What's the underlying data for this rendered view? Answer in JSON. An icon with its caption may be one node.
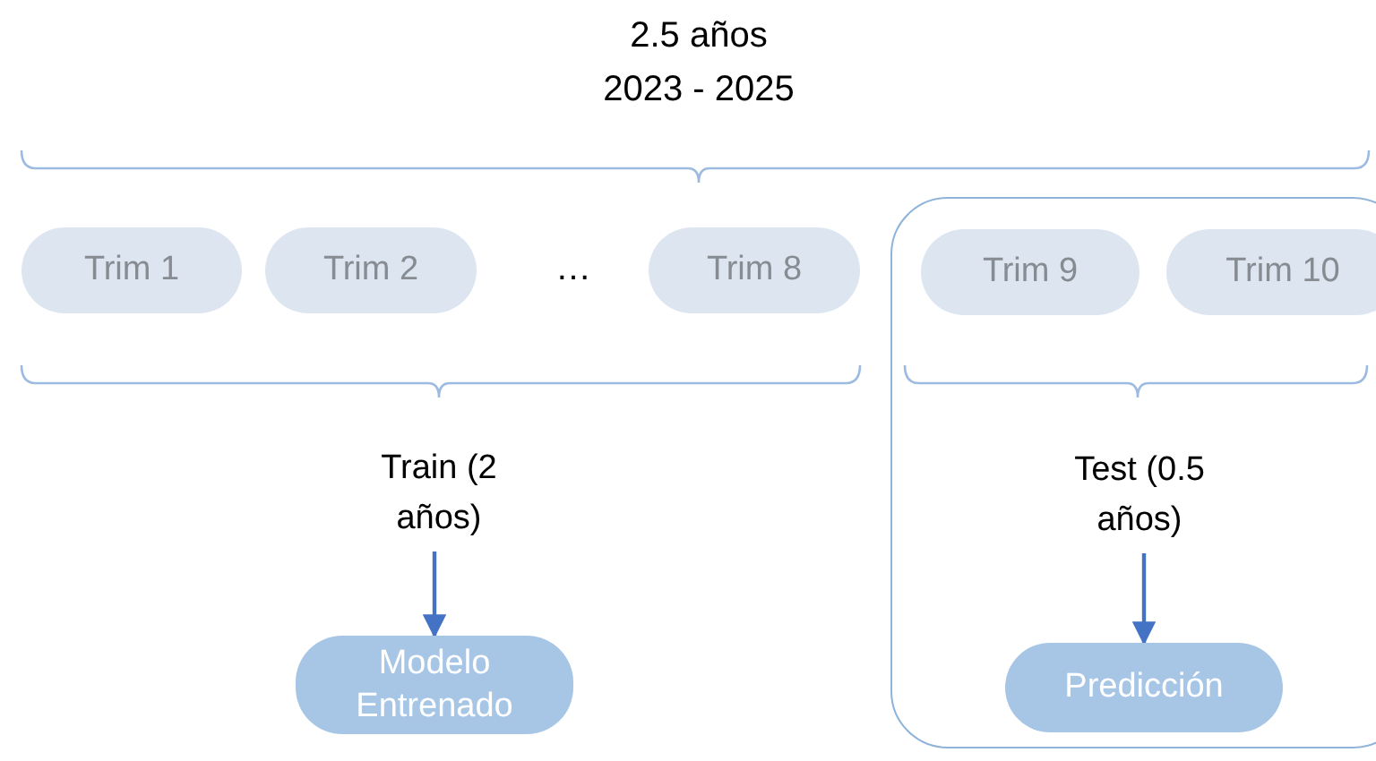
{
  "diagram": {
    "nodes": [
      {
        "text": [
          "Trim 1"
        ]
      },
      {
        "text": [
          "Trim 2"
        ]
      },
      {
        "text": [
          "Trim 8"
        ]
      },
      {
        "text": [],
        "shape": "box"
      },
      {
        "text": [
          "Trim 9"
        ],
        "in": 3
      },
      {
        "text": [
          "Trim 10"
        ],
        "in": 3
      },
      {
        "text": [
          "Train (2 años)"
        ]
      },
      {
        "text": [
          "Modelo Entrenado"
        ]
      },
      {
        "text": [
          "Test (0.5 años)"
        ],
        "in": 3
      },
      {
        "text": [
          "Predicción"
        ],
        "in": 3
      }
    ],
    "edges": [
      {
        "from": 6,
        "to": 7,
        "arrow": "to"
      },
      {
        "from": 8,
        "to": 9,
        "arrow": "to"
      }
    ],
    "labels": [
      "2.5 años 2023 - 2025",
      "…"
    ]
  }
}
